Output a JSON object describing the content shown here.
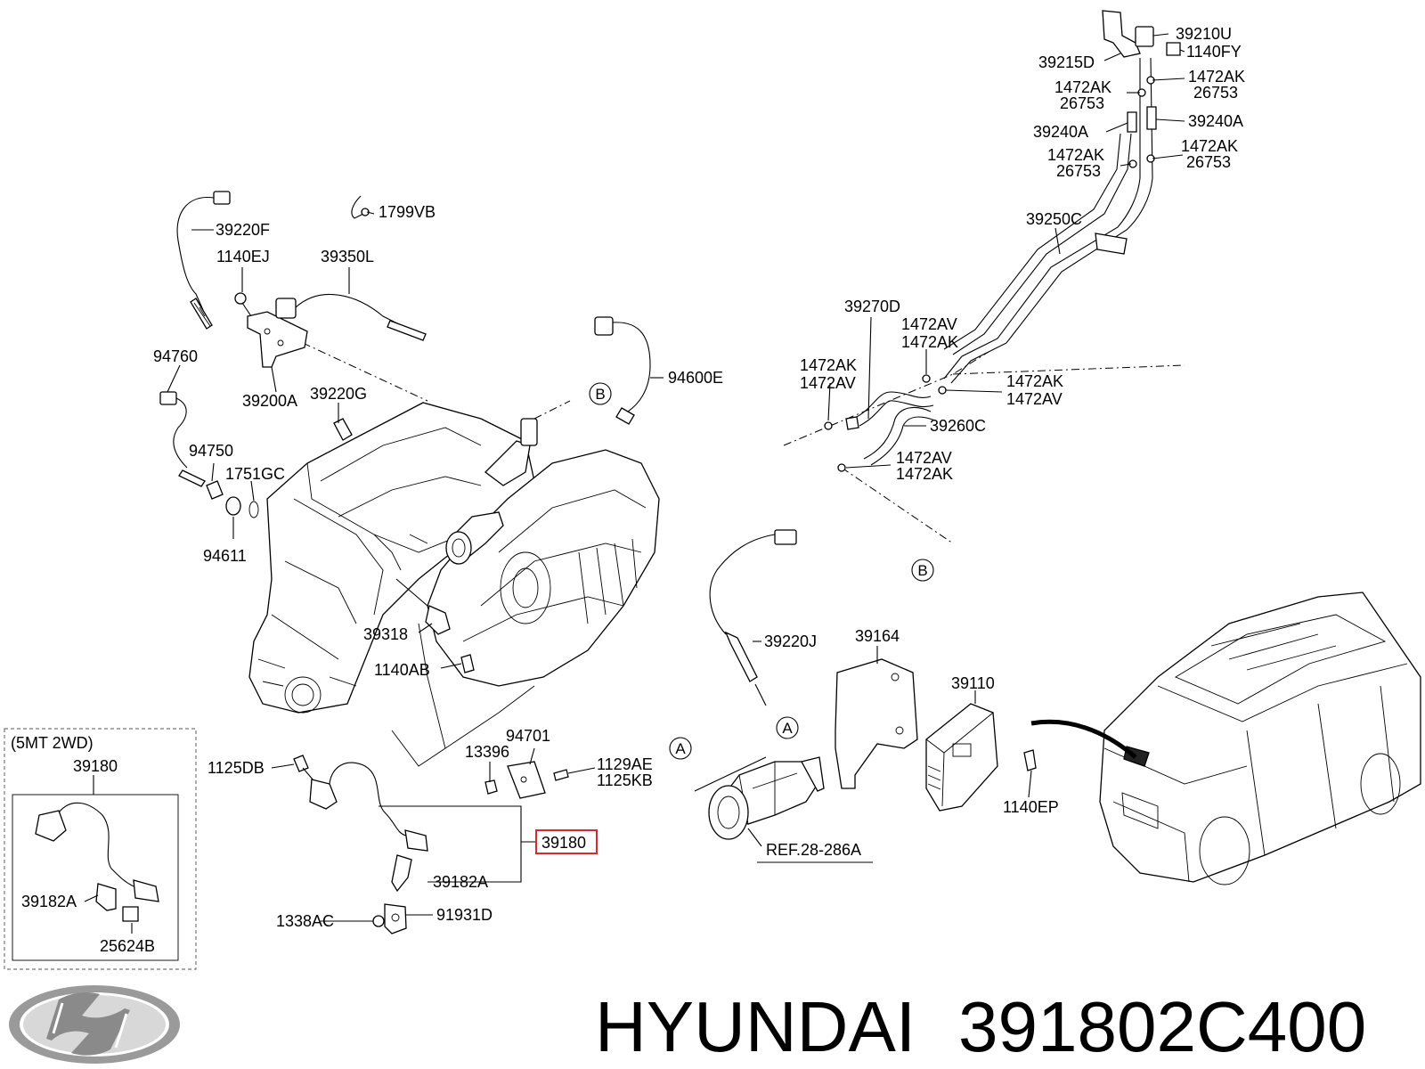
{
  "brand": {
    "name": "HYUNDAI",
    "part_number": "391802C400"
  },
  "highlighted_part": "39180",
  "inset": {
    "title": "(5MT 2WD)",
    "part": "39180",
    "labels": [
      "39182A",
      "25624B"
    ]
  },
  "reference_circles": {
    "a": "A",
    "b": "B"
  },
  "reference_note": "REF.28-286A",
  "callouts": {
    "p39220f": "39220F",
    "p1140ej": "1140EJ",
    "p39350l": "39350L",
    "p1799vb": "1799VB",
    "p94760": "94760",
    "p39200a": "39200A",
    "p39220g": "39220G",
    "p94750": "94750",
    "p1751gc": "1751GC",
    "p94611": "94611",
    "p94600e": "94600E",
    "p39318": "39318",
    "p1140ab": "1140AB",
    "p1125db": "1125DB",
    "p13396": "13396",
    "p94701": "94701",
    "p1129ae": "1129AE",
    "p1125kb": "1125KB",
    "p39182a": "39182A",
    "p1338ac": "1338AC",
    "p91931d": "91931D",
    "p39220j": "39220J",
    "p39164": "39164",
    "p39110": "39110",
    "p1140ep": "1140EP",
    "p39210u": "39210U",
    "p1140fy": "1140FY",
    "p39215d": "39215D",
    "p1472ak_a": "1472AK",
    "p26753_a": "26753",
    "p1472ak_b": "1472AK",
    "p26753_b": "26753",
    "p39240a_l": "39240A",
    "p39240a_r": "39240A",
    "p1472ak_c": "1472AK",
    "p26753_c": "26753",
    "p1472ak_d": "1472AK",
    "p26753_d": "26753",
    "p39250c": "39250C",
    "p39270d": "39270D",
    "p1472av_a": "1472AV",
    "p1472ak_e": "1472AK",
    "p1472ak_f": "1472AK",
    "p1472av_b": "1472AV",
    "p1472ak_g": "1472AK",
    "p1472av_c": "1472AV",
    "p39260c": "39260C",
    "p1472av_d": "1472AV",
    "p1472ak_h": "1472AK"
  }
}
